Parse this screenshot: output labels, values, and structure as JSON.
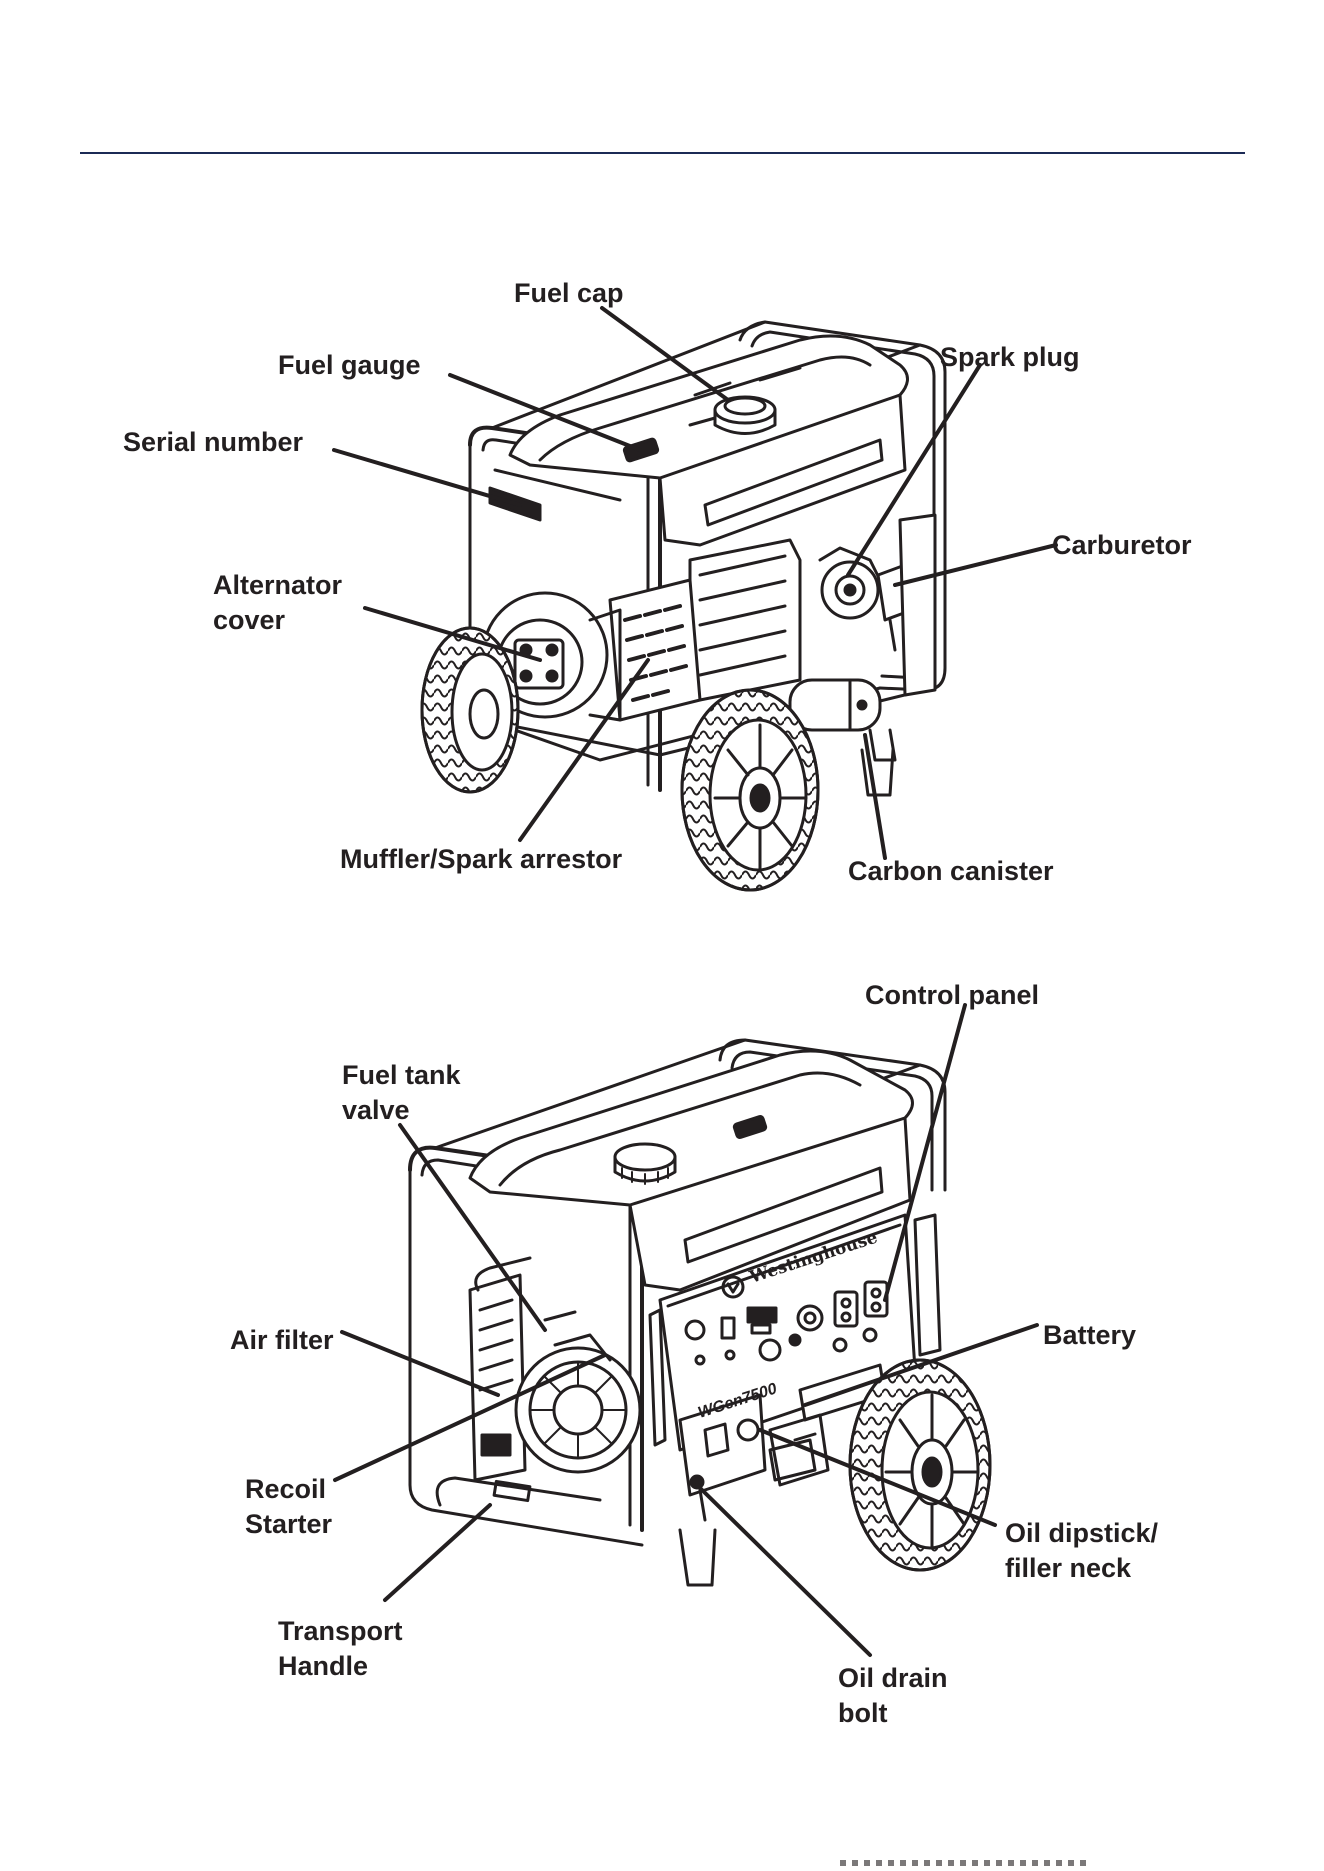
{
  "top_view": {
    "labels": {
      "fuel_cap": "Fuel cap",
      "fuel_gauge": "Fuel gauge",
      "serial_number": "Serial number",
      "spark_plug": "Spark plug",
      "carburetor": "Carburetor",
      "alternator_cover": [
        "Alternator",
        "cover"
      ],
      "muffler": "Muffler/Spark arrestor",
      "carbon_canister": "Carbon canister"
    }
  },
  "bottom_view": {
    "labels": {
      "control_panel": "Control panel",
      "fuel_tank_valve": [
        "Fuel tank",
        "valve"
      ],
      "air_filter": "Air filter",
      "battery": "Battery",
      "recoil_starter": [
        "Recoil",
        "Starter"
      ],
      "oil_dipstick": [
        "Oil dipstick/",
        "filler neck"
      ],
      "transport_handle": [
        "Transport",
        "Handle"
      ],
      "oil_drain_bolt": [
        "Oil drain",
        "bolt"
      ]
    },
    "panel_brand": "Westinghouse",
    "panel_model": "WGen7500"
  },
  "colors": {
    "rule": "#1b2a55",
    "ink": "#231f20"
  }
}
